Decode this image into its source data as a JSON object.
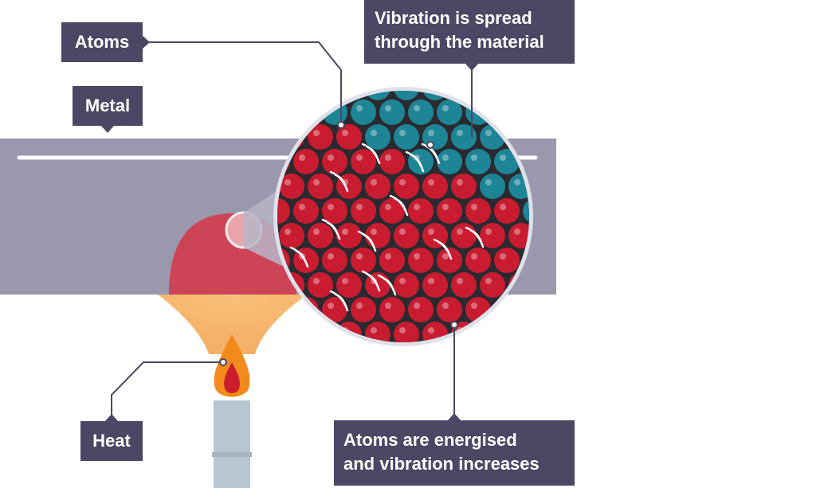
{
  "labels": {
    "atoms": "Atoms",
    "metal": "Metal",
    "vibration_line1": "Vibration is spread",
    "vibration_line2": "through the material",
    "heat": "Heat",
    "energised_line1": "Atoms are energised",
    "energised_line2": "and vibration increases"
  },
  "colors": {
    "label_bg": "#4b4764",
    "metal_bar": "#9a98ad",
    "heated_zone": "#cd4456",
    "flame_glow": "#f6b168",
    "flame_outer": "#f28a1c",
    "flame_inner": "#cc1f2d",
    "burner": "#b7c6cf",
    "atom_cool": "#1d8596",
    "atom_hot": "#c91c30",
    "magnifier_bg": "#2a2a30",
    "lens_ring": "#dfe1ea",
    "leader_line": "#4b4764"
  },
  "icons": {
    "magnifier": "magnifying-lens-circle",
    "flame": "bunsen-flame-icon",
    "vibration": "vibration-arcs-icon"
  }
}
